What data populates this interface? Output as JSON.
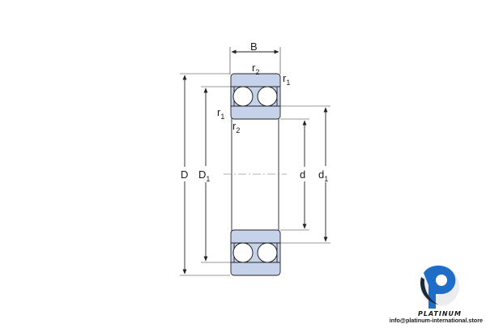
{
  "diagram": {
    "labels": {
      "B": "B",
      "D": "D",
      "D1_main": "D",
      "D1_sub": "1",
      "d": "d",
      "d1_main": "d",
      "d1_sub": "1",
      "r1_main": "r",
      "r1_sub": "1",
      "r2_main": "r",
      "r2_sub": "2"
    }
  },
  "logo": {
    "brand": "PLATINUM",
    "email": "info@platinum-international.store",
    "colors": {
      "blue": "#1e6ec8",
      "dark": "#1b2a3a"
    }
  },
  "colors": {
    "ring_fill": "#c6d1ea"
  }
}
